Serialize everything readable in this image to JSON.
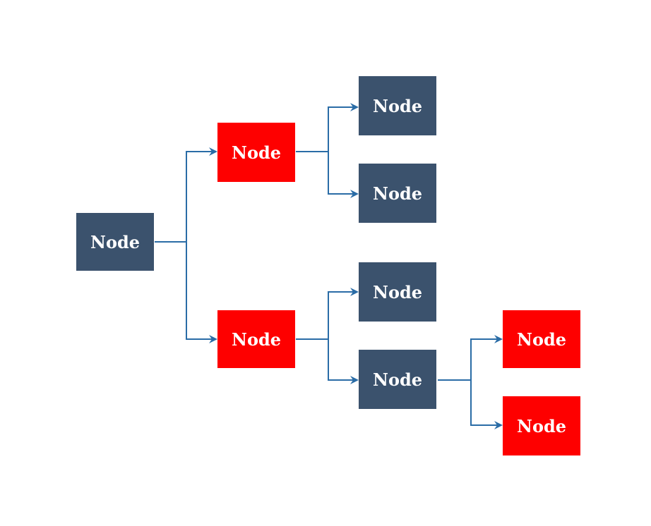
{
  "nodes": {
    "root": {
      "label": "Node"
    },
    "branch_top": {
      "label": "Node"
    },
    "branch_bottom": {
      "label": "Node"
    },
    "leaf_1": {
      "label": "Node"
    },
    "leaf_2": {
      "label": "Node"
    },
    "leaf_3": {
      "label": "Node"
    },
    "mid_4": {
      "label": "Node"
    },
    "leaf_5": {
      "label": "Node"
    },
    "leaf_6": {
      "label": "Node"
    }
  },
  "colors": {
    "dark_node": "#3b526d",
    "highlight_node": "#fe0000",
    "connector": "#2a6ca6",
    "node_text": "#ffffff"
  }
}
